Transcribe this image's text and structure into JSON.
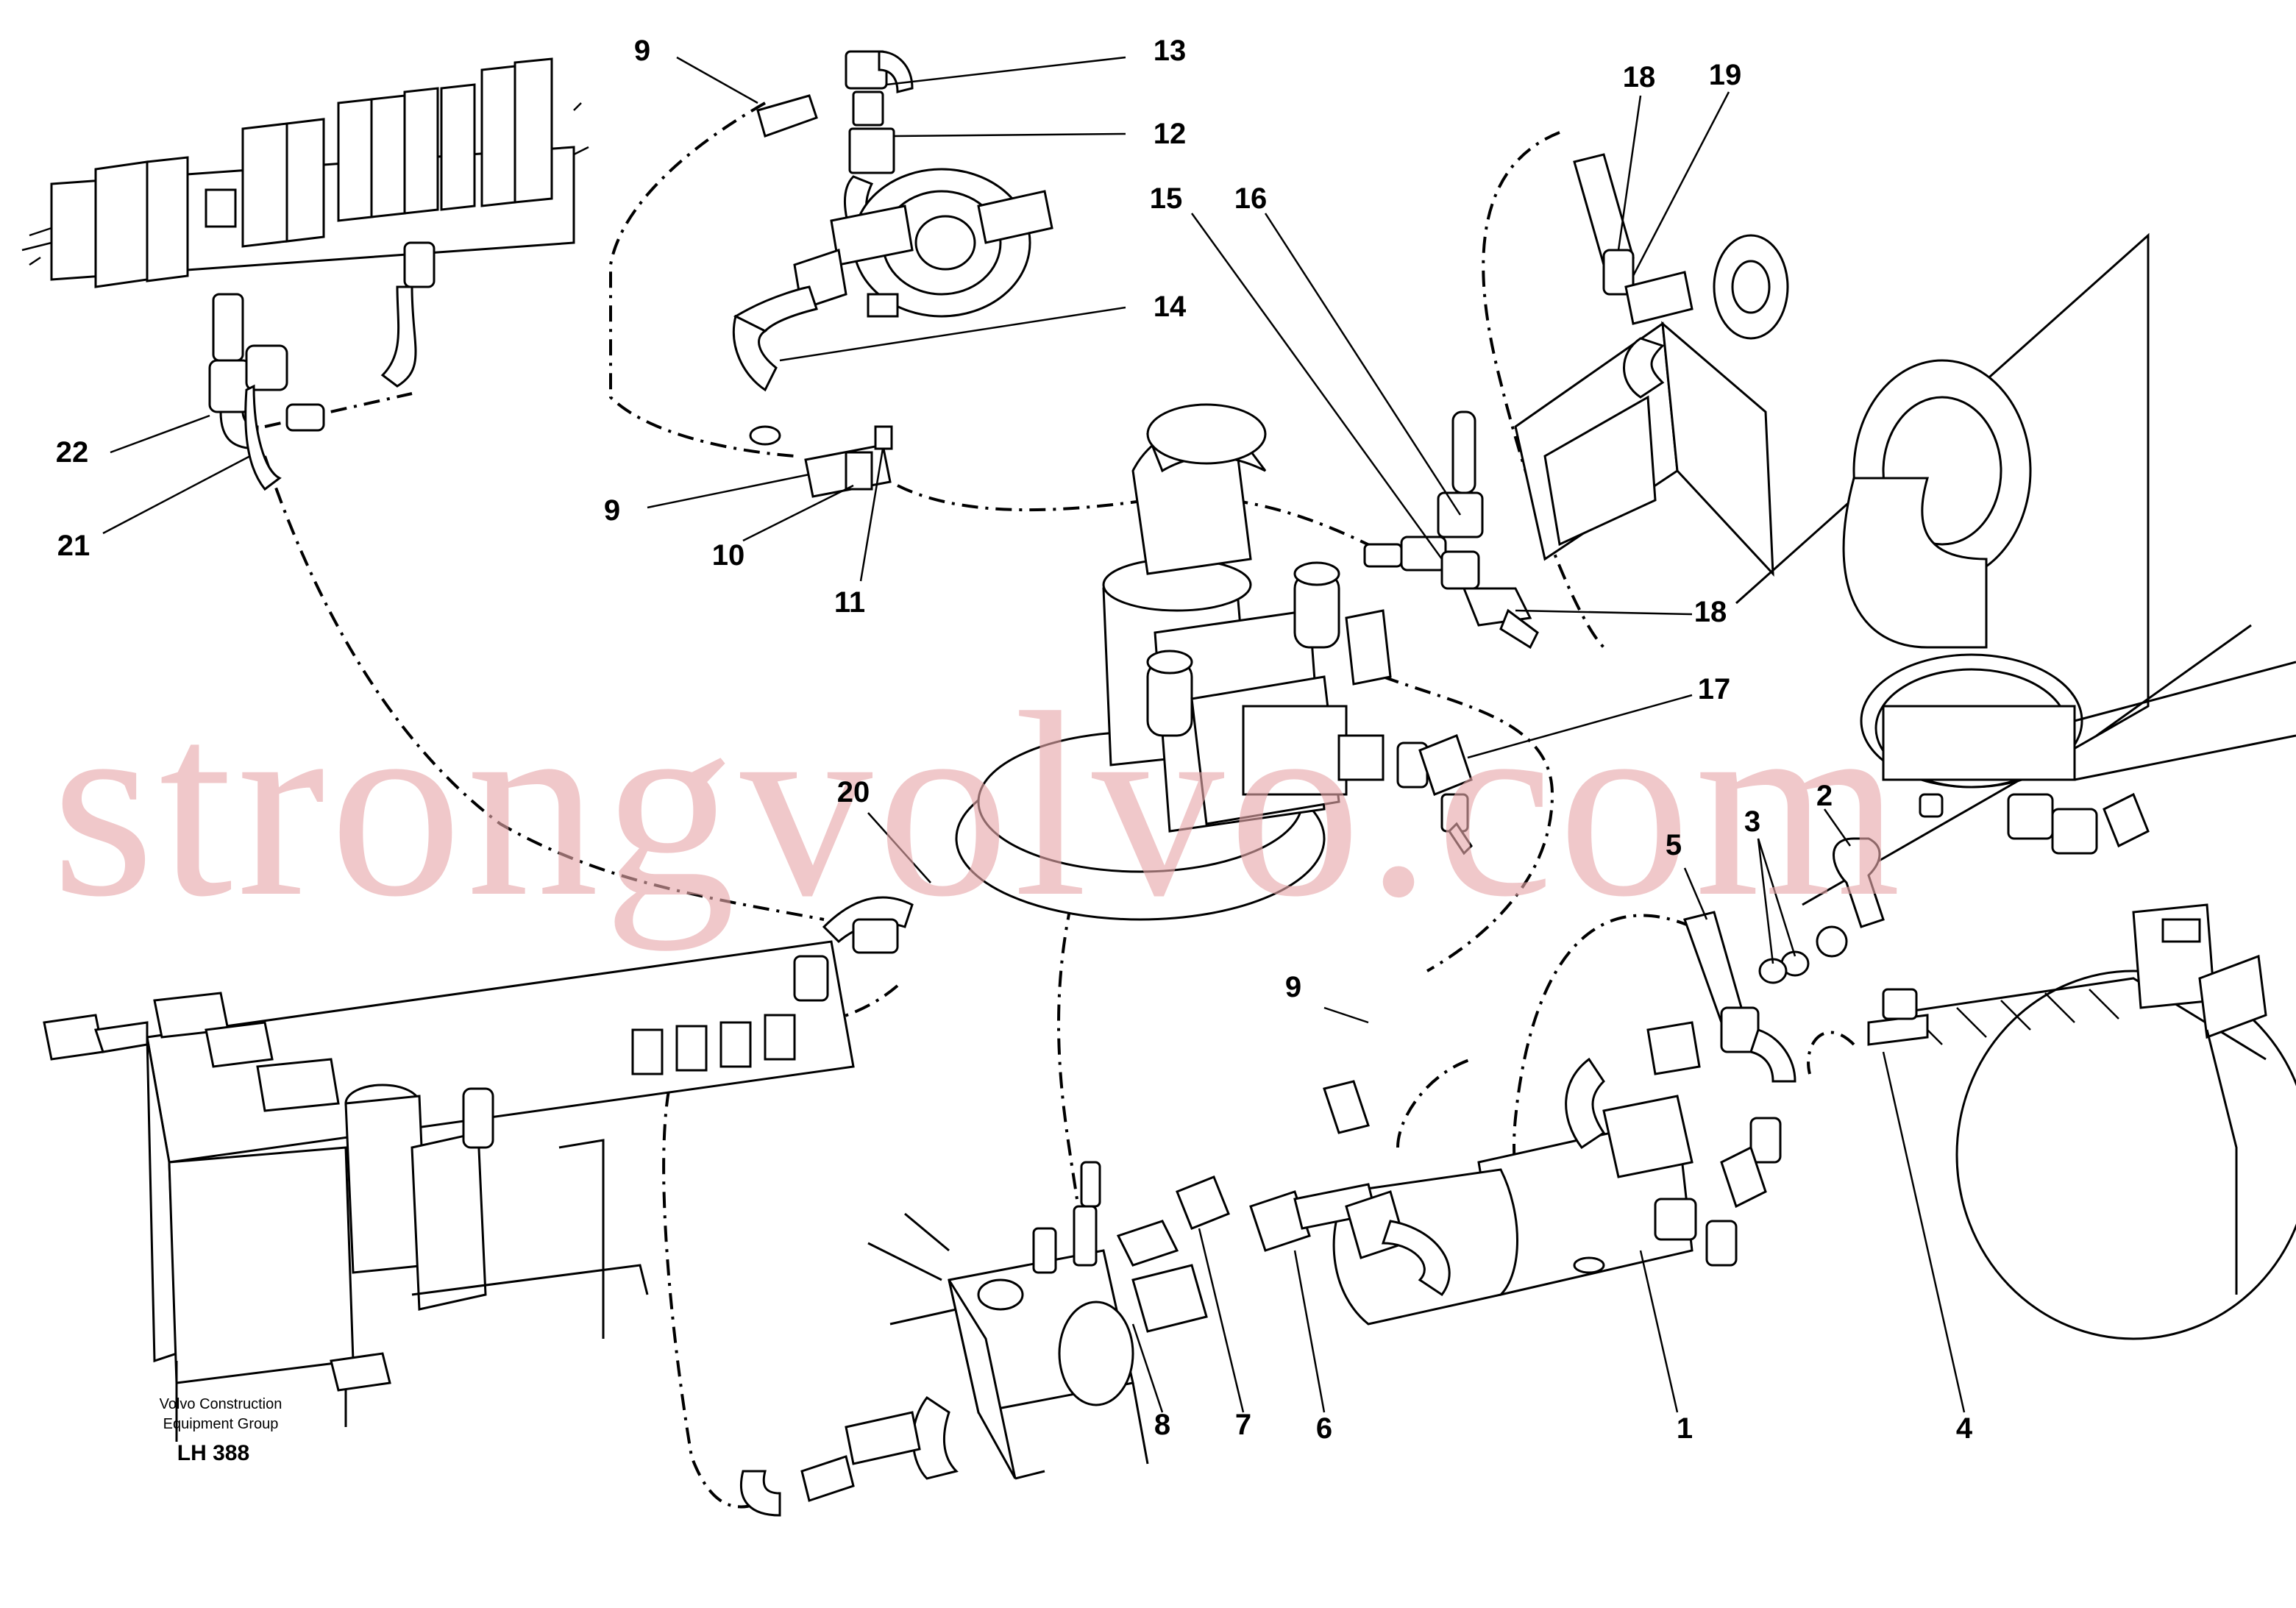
{
  "diagram": {
    "callouts": [
      "1",
      "2",
      "3",
      "4",
      "5",
      "6",
      "7",
      "8",
      "9",
      "9",
      "9",
      "10",
      "11",
      "12",
      "13",
      "14",
      "15",
      "16",
      "17",
      "18",
      "18",
      "19",
      "20",
      "21",
      "22"
    ],
    "watermark": "strongvolvo.com",
    "footer": {
      "company_line1": "Volvo Construction",
      "company_line2": "Equipment Group",
      "drawing_code": "LH 388"
    }
  }
}
